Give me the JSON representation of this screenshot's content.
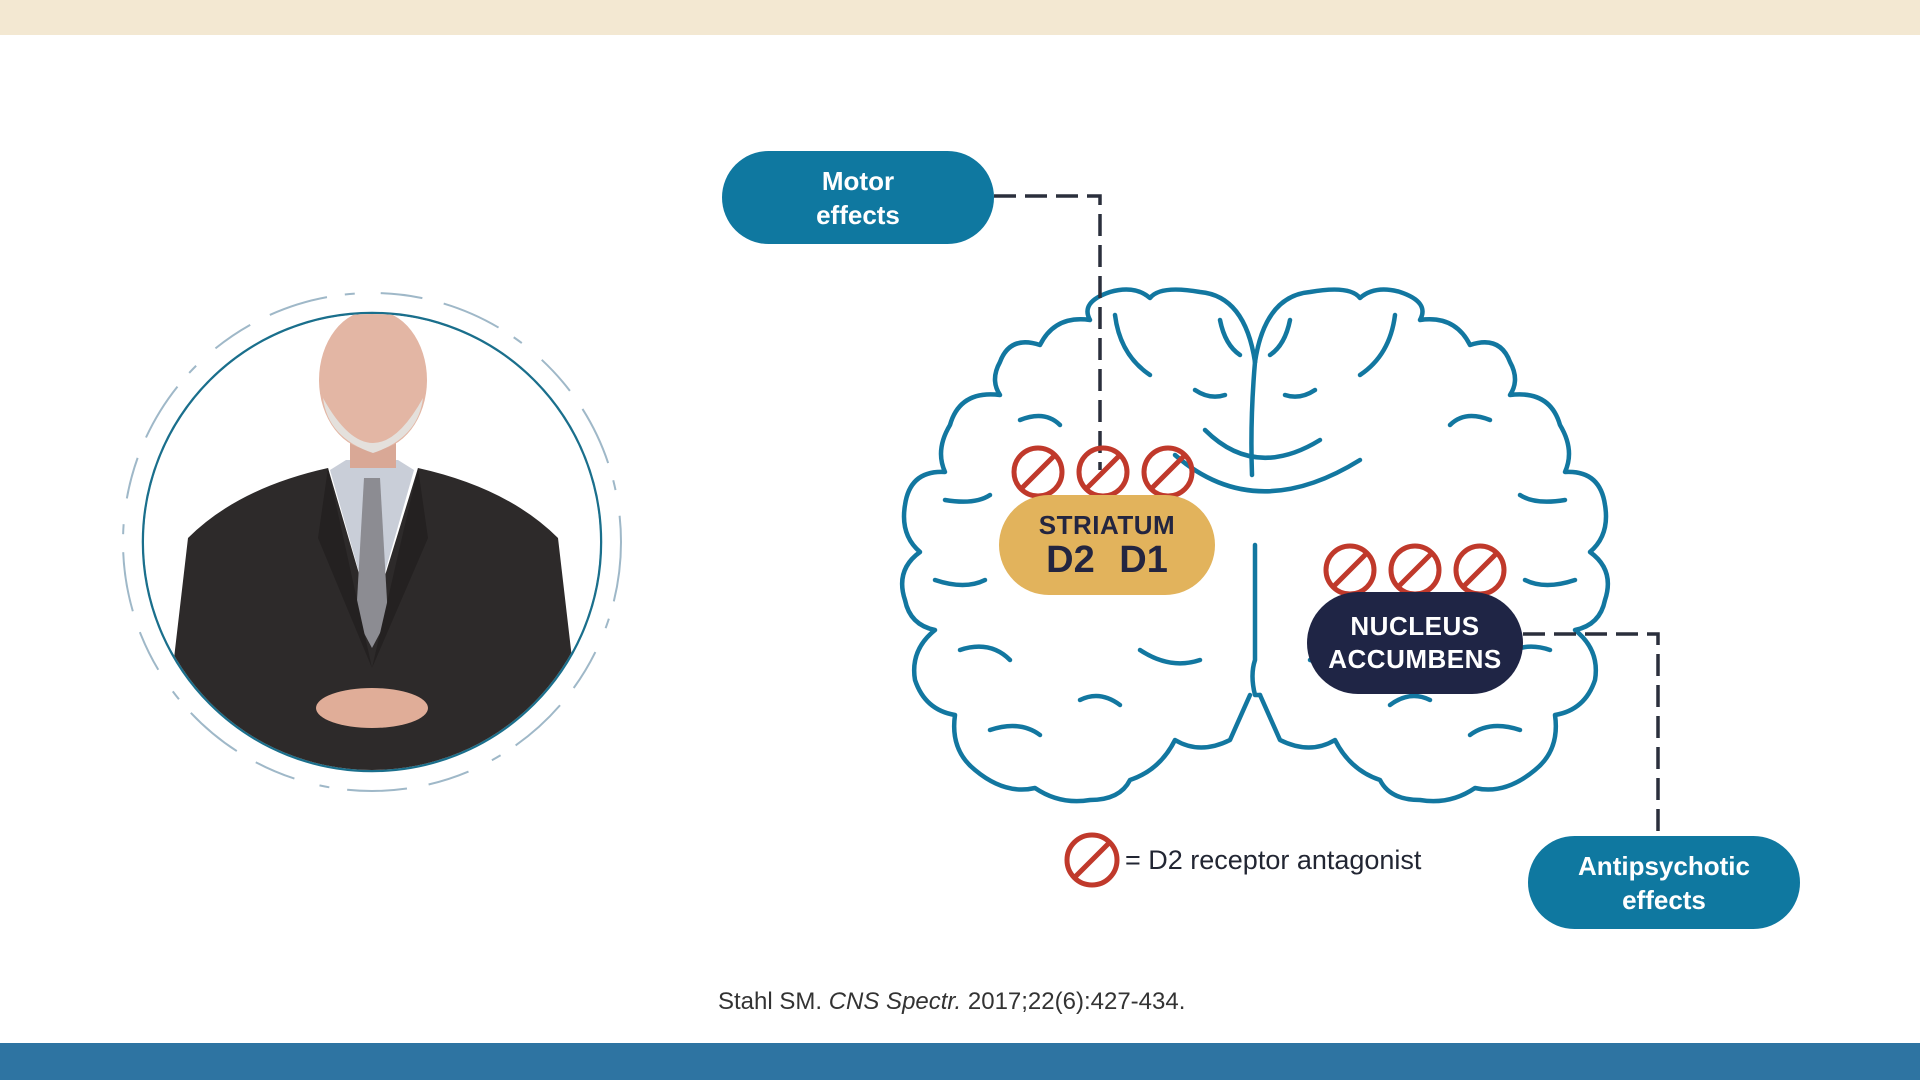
{
  "labels": {
    "motor": "Motor\neffects",
    "antipsychotic": "Antipsychotic\neffects",
    "striatum_title": "STRIATUM",
    "striatum_receptors": "D2 D1",
    "nucleus": "NUCLEUS\nACCUMBENS"
  },
  "legend": {
    "text": "= D2 receptor antagonist"
  },
  "citation": {
    "author": "Stahl SM.",
    "journal": "CNS Spectr.",
    "details": "2017;22(6):427-434."
  },
  "colors": {
    "brain_outline": "#1277a0",
    "pill_blue": "#0f78a0",
    "striatum": "#e2b35c",
    "nucleus": "#1f2545",
    "antagonist_symbol": "#c0392b",
    "top_bar": "#f3e8d2",
    "bottom_bar": "#2e74a2"
  },
  "icons": {
    "antagonist": "prohibition-icon",
    "presenter": "presenter-photo"
  }
}
